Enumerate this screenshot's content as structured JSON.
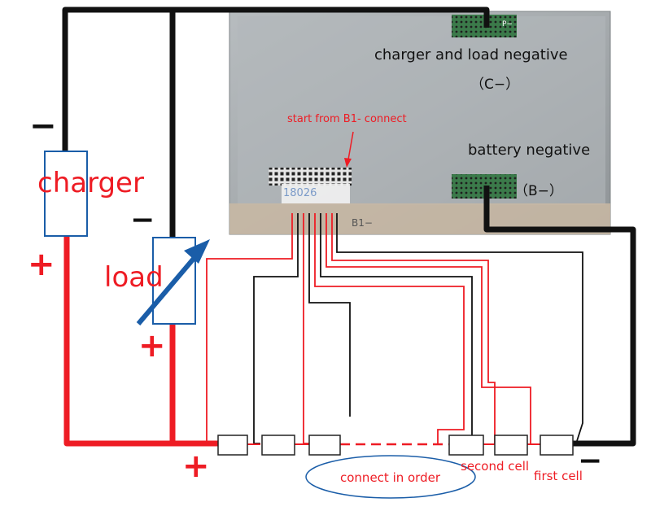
{
  "labels": {
    "charger": "charger",
    "load": "load",
    "charger_minus": "−",
    "charger_plus": "+",
    "load_minus": "−",
    "load_plus": "+",
    "bottom_plus": "+",
    "bottom_right_minus": "−",
    "charger_load_negative": "charger and load negative",
    "c_minus": "（C−）",
    "battery_negative": "battery negative",
    "b_minus": "（B−）",
    "start_from": "start from B1- connect",
    "connect_in_order": "connect in order",
    "second_cell": "second cell",
    "first_cell": "first cell",
    "board_p_minus": "P−",
    "board_b1_minus": "B1−",
    "connector_text": "18026"
  },
  "colors": {
    "red": "#ee1c24",
    "black": "#111111",
    "blue": "#1a5da8",
    "board": "#a8adb0",
    "board_dark": "#6e7275"
  }
}
